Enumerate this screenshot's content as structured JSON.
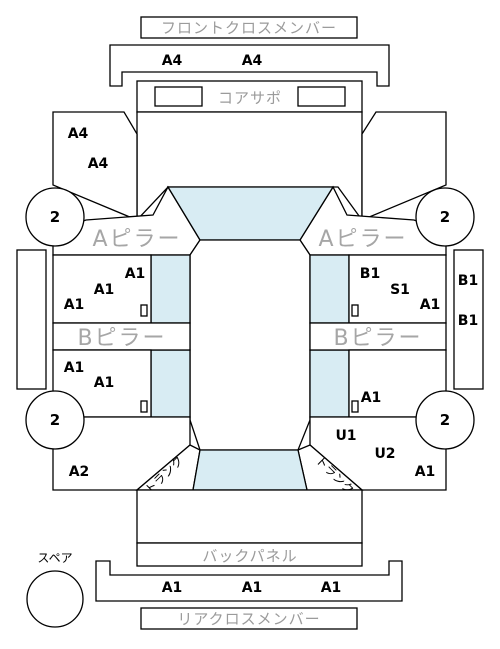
{
  "labels": {
    "front_cross_member": "フロントクロスメンバー",
    "core_support": "コアサポ",
    "a_pillar_left": "Aピラー",
    "a_pillar_right": "Aピラー",
    "b_pillar_left": "Bピラー",
    "b_pillar_right": "Bピラー",
    "back_panel": "バックパネル",
    "rear_cross_member": "リアクロスメンバー",
    "spare": "スペア",
    "trunk_left": "トランク",
    "trunk_right": "トランク"
  },
  "wheels": {
    "front_left": "2",
    "front_right": "2",
    "rear_left": "2",
    "rear_right": "2"
  },
  "grades": {
    "front_cross_left": "A4",
    "front_cross_right": "A4",
    "front_fender_left_top": "A4",
    "front_fender_left_bottom": "A4",
    "front_door_left_a": "A1",
    "front_door_left_b": "A1",
    "front_door_left_c": "A1",
    "rear_door_left_a": "A1",
    "rear_door_left_b": "A1",
    "quarter_left": "A2",
    "front_door_right_a": "B1",
    "front_door_right_b": "S1",
    "front_door_right_c": "A1",
    "rear_door_right_a": "A1",
    "quarter_right_a": "U1",
    "quarter_right_b": "U2",
    "quarter_right_c": "A1",
    "sill_right_top": "B1",
    "sill_right_bottom": "B1",
    "rear_cross_left": "A1",
    "rear_cross_mid": "A1",
    "rear_cross_right": "A1"
  }
}
